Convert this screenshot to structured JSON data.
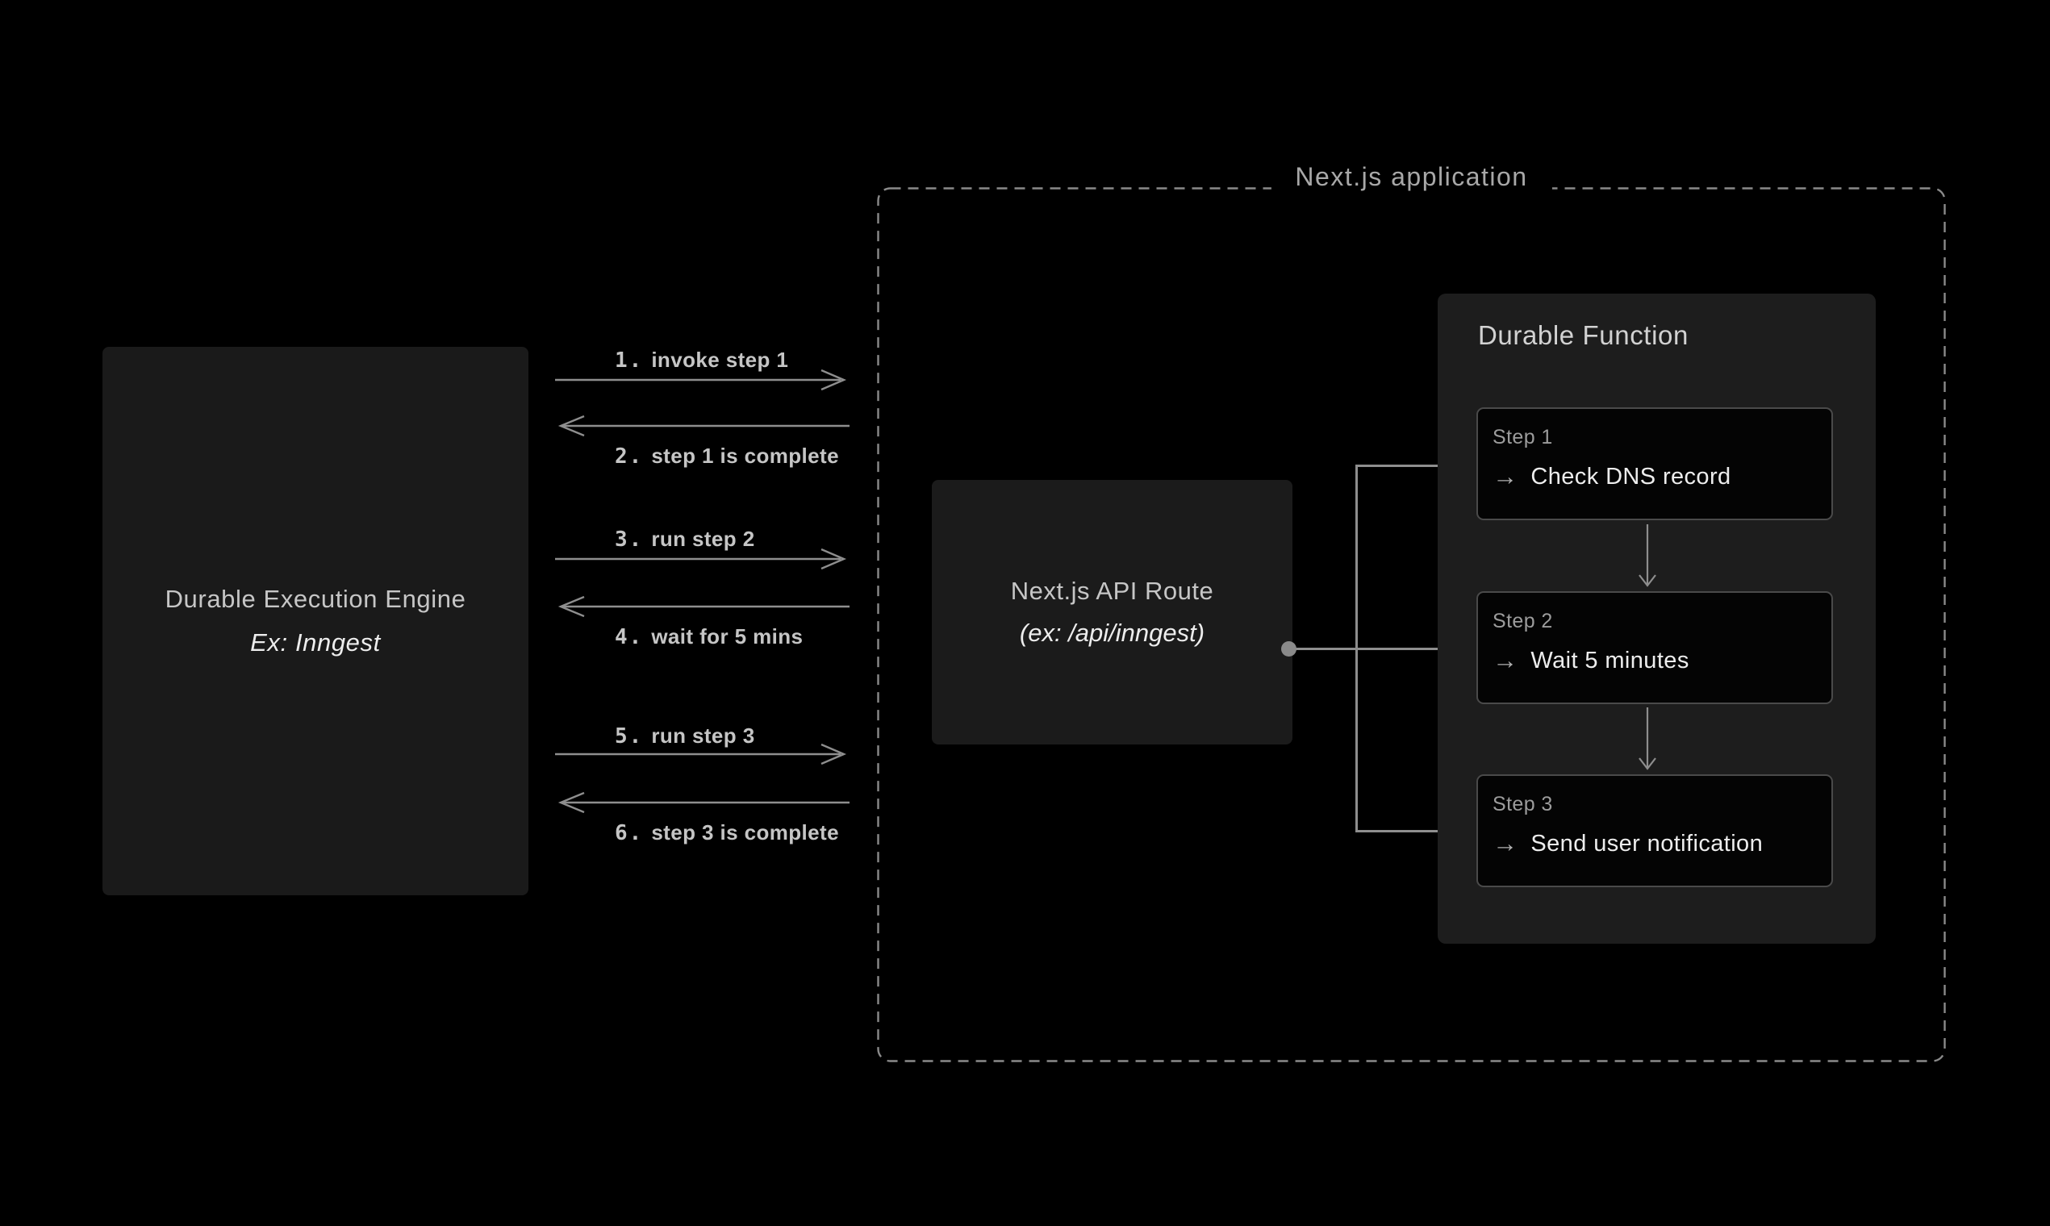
{
  "engine_box": {
    "title": "Durable Execution Engine",
    "subtitle": "Ex: Inngest"
  },
  "messages": [
    {
      "num": "1.",
      "text": "invoke step 1",
      "direction": "right"
    },
    {
      "num": "2.",
      "text": "step 1 is complete",
      "direction": "left"
    },
    {
      "num": "3.",
      "text": "run step 2",
      "direction": "right"
    },
    {
      "num": "4.",
      "text": "wait for 5 mins",
      "direction": "left"
    },
    {
      "num": "5.",
      "text": "run step 3",
      "direction": "right"
    },
    {
      "num": "6.",
      "text": "step 3 is complete",
      "direction": "left"
    }
  ],
  "nextjs_container": {
    "label": "Next.js application"
  },
  "api_route_box": {
    "title": "Next.js API Route",
    "subtitle": "(ex: /api/inngest)"
  },
  "durable_function": {
    "title": "Durable Function",
    "steps": [
      {
        "label": "Step 1",
        "arrow": "→",
        "action": "Check DNS record"
      },
      {
        "label": "Step 2",
        "arrow": "→",
        "action": "Wait 5 minutes"
      },
      {
        "label": "Step 3",
        "arrow": "→",
        "action": "Send user notification"
      }
    ]
  },
  "colors": {
    "background": "#000000",
    "box_bg": "#1a1a1a",
    "panel_bg": "#1d1d1d",
    "step_bg": "#040404",
    "step_border": "#4a4a4a",
    "line": "#8e8e8e",
    "dashed_border": "#8a8a8a",
    "text_gray": "#c5c5c5",
    "text_white": "#ededed",
    "text_muted": "#9c9c9c"
  }
}
